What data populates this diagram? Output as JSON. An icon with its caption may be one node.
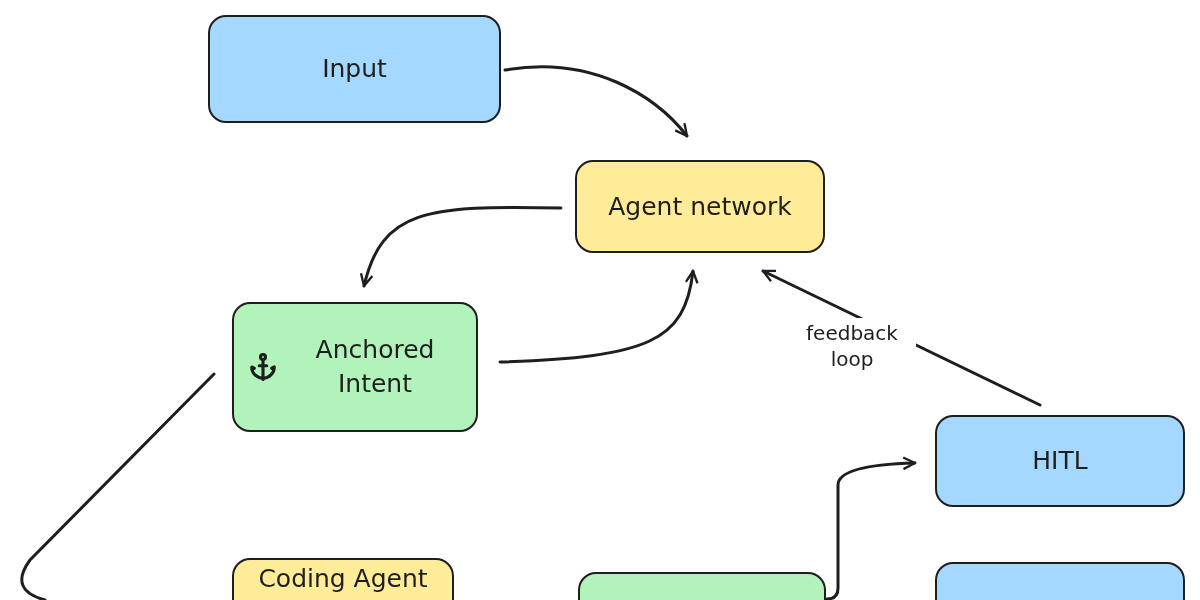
{
  "diagram": {
    "nodes": [
      {
        "text": [
          "Input"
        ]
      },
      {
        "text": [
          "Agent network"
        ]
      },
      {
        "text": [
          "Anchored Intent"
        ]
      },
      {
        "text": [
          "HITL"
        ]
      },
      {
        "text": [
          "Coding Agent"
        ]
      },
      {
        "text": [],
        "shape": "box"
      },
      {
        "text": [],
        "shape": "box"
      }
    ],
    "edges": [
      {
        "from": 0,
        "to": 1,
        "arrow": "to"
      },
      {
        "from": 1,
        "to": 2,
        "arrow": "to"
      },
      {
        "from": 2,
        "to": 1,
        "arrow": "to"
      },
      {
        "from": 3,
        "to": 1,
        "arrow": "to",
        "label": "feedback loop"
      },
      {
        "from": 2,
        "to": null,
        "arrow": "none"
      },
      {
        "from": 5,
        "to": 3,
        "arrow": "to"
      }
    ]
  }
}
